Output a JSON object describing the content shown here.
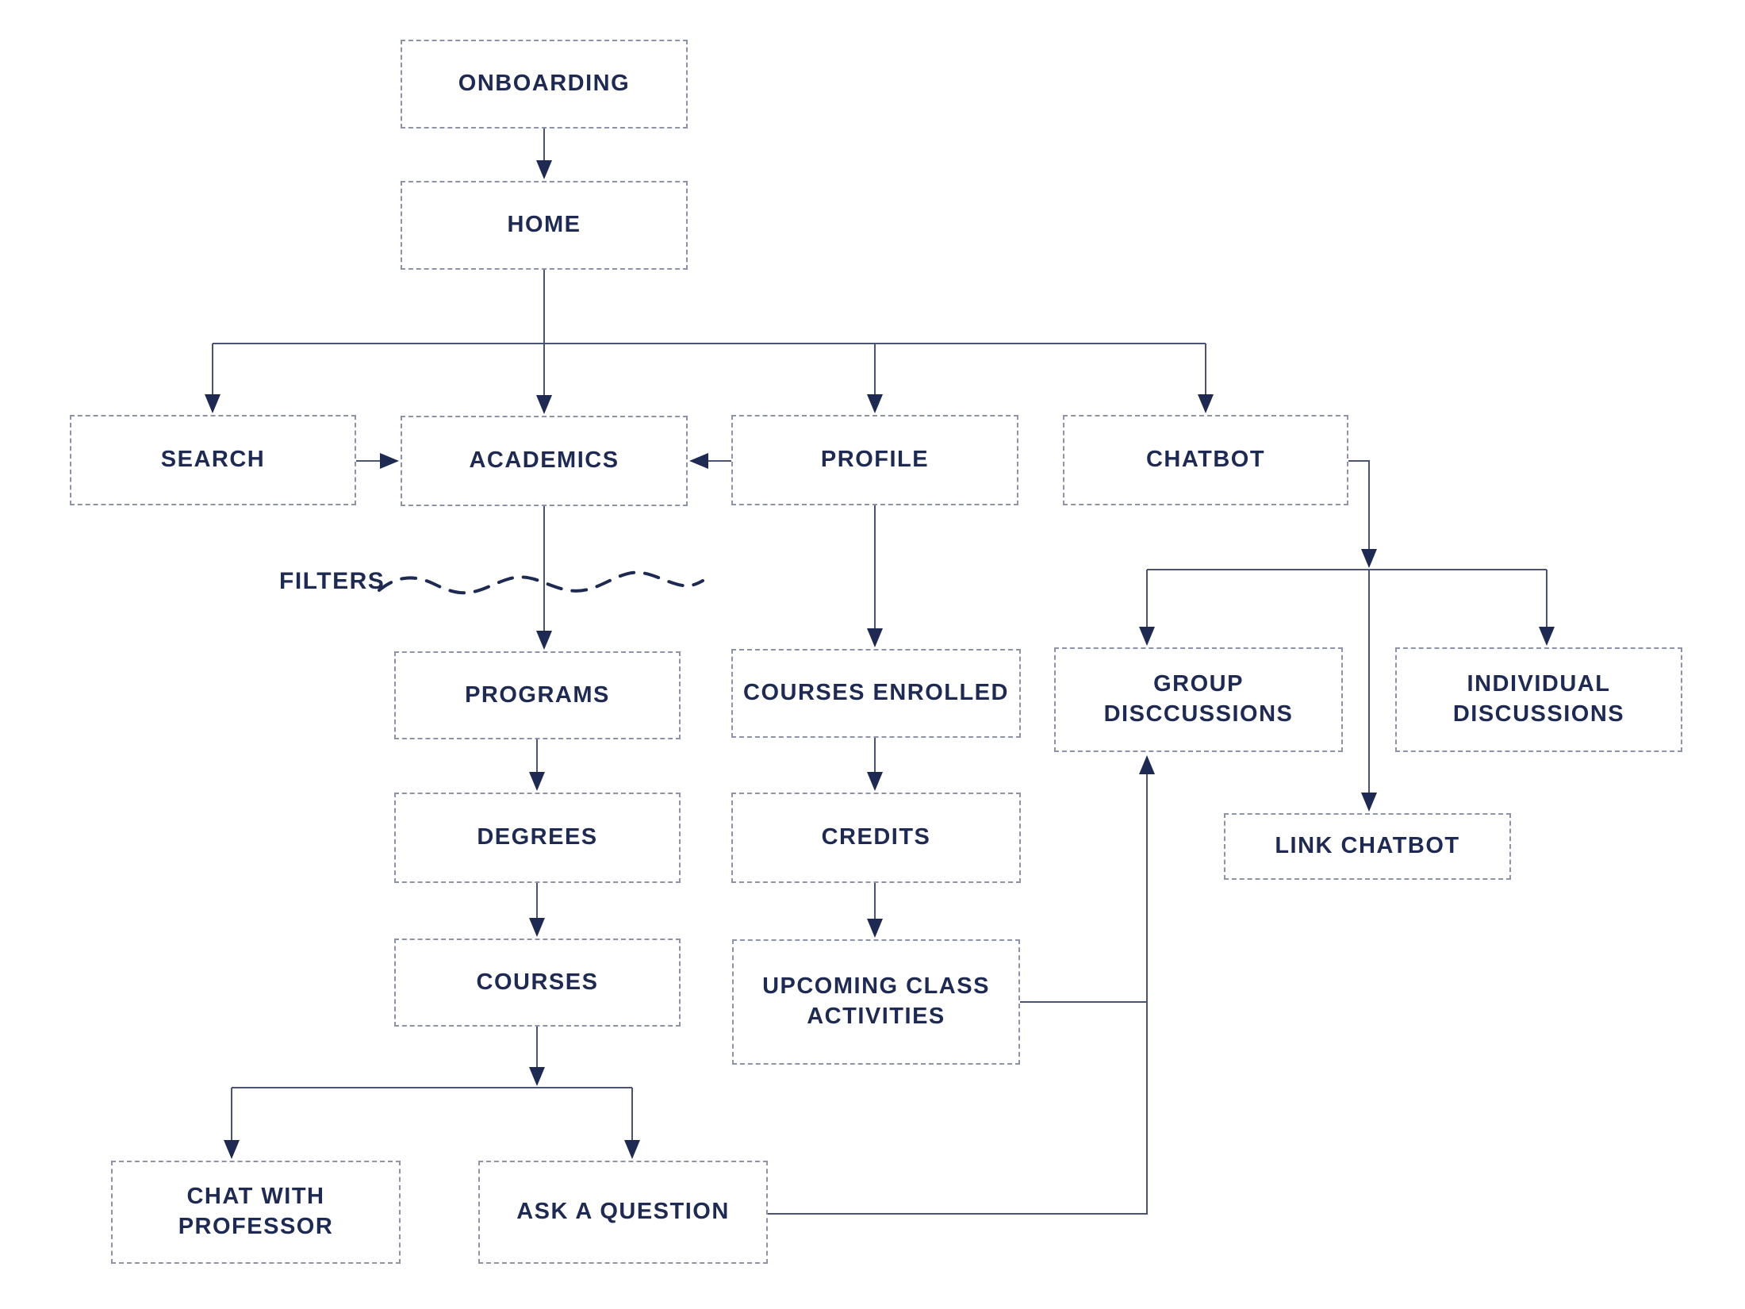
{
  "diagram": {
    "type": "app-sitemap-flowchart",
    "colors": {
      "text": "#1f2a52",
      "line": "#4b5272",
      "arrowhead": "#1f2a52",
      "box_border": "#8f93a9",
      "background": "#ffffff"
    },
    "nodes": {
      "onboarding": {
        "label": "ONBOARDING"
      },
      "home": {
        "label": "HOME"
      },
      "search": {
        "label": "SEARCH"
      },
      "academics": {
        "label": "ACADEMICS"
      },
      "profile": {
        "label": "PROFILE"
      },
      "chatbot": {
        "label": "CHATBOT"
      },
      "programs": {
        "label": "PROGRAMS"
      },
      "courses_enrolled": {
        "label": "COURSES ENROLLED"
      },
      "degrees": {
        "label": "DEGREES"
      },
      "credits": {
        "label": "CREDITS"
      },
      "courses": {
        "label": "COURSES"
      },
      "upcoming": {
        "label": "UPCOMING CLASS\nACTIVITIES"
      },
      "group": {
        "label": "GROUP\nDISCCUSSIONS"
      },
      "individual": {
        "label": "INDIVIDUAL\nDISCUSSIONS"
      },
      "link_chatbot": {
        "label": "LINK CHATBOT"
      },
      "chat_professor": {
        "label": "CHAT WITH\nPROFESSOR"
      },
      "ask_question": {
        "label": "ASK A QUESTION"
      }
    },
    "annotations": {
      "filters_label": "FILTERS",
      "filters_style": "wavy dashed line crossing the ACADEMICS to PROGRAMS arrow"
    },
    "edges": [
      {
        "from": "onboarding",
        "to": "home"
      },
      {
        "from": "home",
        "to": "search"
      },
      {
        "from": "home",
        "to": "academics"
      },
      {
        "from": "home",
        "to": "profile"
      },
      {
        "from": "home",
        "to": "chatbot"
      },
      {
        "from": "search",
        "to": "academics"
      },
      {
        "from": "profile",
        "to": "academics"
      },
      {
        "from": "academics",
        "to": "programs",
        "note": "passes through FILTERS wavy line"
      },
      {
        "from": "programs",
        "to": "degrees"
      },
      {
        "from": "degrees",
        "to": "courses"
      },
      {
        "from": "courses",
        "to": "chat_professor"
      },
      {
        "from": "courses",
        "to": "ask_question"
      },
      {
        "from": "profile",
        "to": "courses_enrolled"
      },
      {
        "from": "courses_enrolled",
        "to": "credits"
      },
      {
        "from": "credits",
        "to": "upcoming"
      },
      {
        "from": "chatbot",
        "to": "group"
      },
      {
        "from": "chatbot",
        "to": "individual"
      },
      {
        "from": "chatbot",
        "to": "link_chatbot"
      },
      {
        "from": "upcoming",
        "to": "group"
      },
      {
        "from": "ask_question",
        "to": "group"
      }
    ]
  }
}
